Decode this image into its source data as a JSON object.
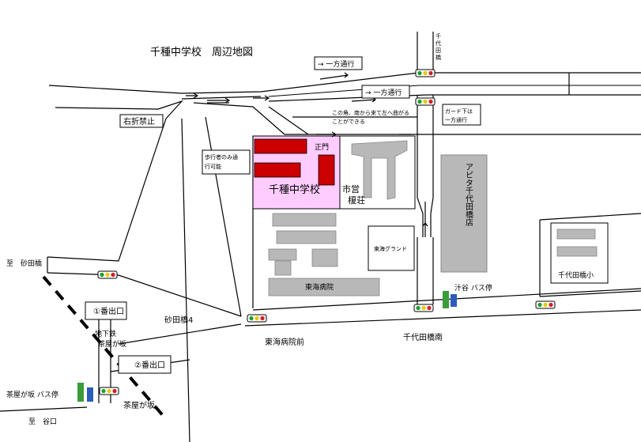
{
  "title": "千種中学校　周辺地図",
  "school": {
    "name": "千種中学校",
    "gate": "正門"
  },
  "housing": {
    "line1": "市営",
    "line2": "榎荘"
  },
  "ground": "東海グランド",
  "hospital": "東海病院",
  "store": "アピタ千代田橋店",
  "elementary": "千代田橋小",
  "one_way_1": "→ 一方通行",
  "one_way_2": "→ 一方通行",
  "no_right_turn": "右折禁止",
  "pedestrian_note": {
    "line1": "歩行者のみ通",
    "line2": "行可能"
  },
  "corner_note": {
    "line1": "この角、南から来て左へ曲がる",
    "line2": "ことができる"
  },
  "underpass_note": {
    "line1": "ガード下は",
    "line2": "一方通行"
  },
  "chiyoda_vertical": [
    "千",
    "代",
    "田",
    "橋"
  ],
  "bus_stop_east": "汁谷 バス停",
  "bus_stop_west": "茶屋が坂 バス停",
  "exit1": "①番出口",
  "exit2": "②番出口",
  "subway": {
    "line1": "地下鉄",
    "line2": "茶屋が坂"
  },
  "to_sunadabashi": "至　砂田橋",
  "to_taniguchi": "至　谷口",
  "sunadabashi4": "砂田橋4",
  "tokai_hospital_mae": "東海病院前",
  "chiyodabashi_minami": "千代田橋南",
  "chayagasaka": "茶屋が坂"
}
